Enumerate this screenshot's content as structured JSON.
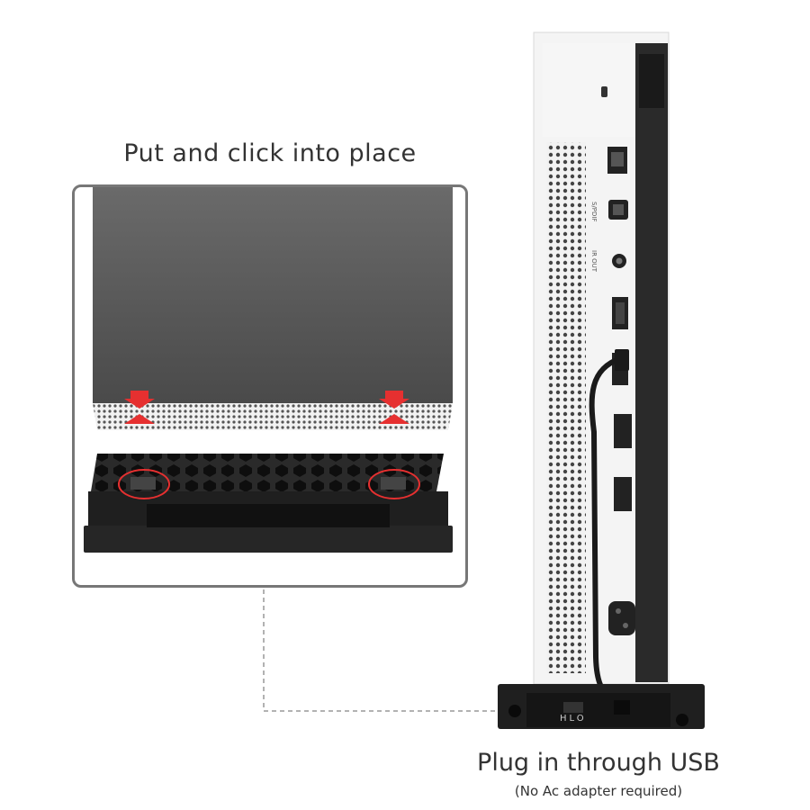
{
  "instruction": {
    "title": "Put and click into place"
  },
  "caption": {
    "main": "Plug in through USB",
    "sub": "(No Ac adapter required)"
  },
  "stand": {
    "switch_labels": [
      "H",
      "L",
      "O"
    ]
  },
  "console_ports": {
    "spdif_label": "S/PDIF",
    "ir_label": "IR OUT"
  },
  "colors": {
    "console_white": "#f4f4f4",
    "stand_black": "#1f1f1f",
    "accent_red": "#e63030",
    "frame_gray": "#777777"
  }
}
